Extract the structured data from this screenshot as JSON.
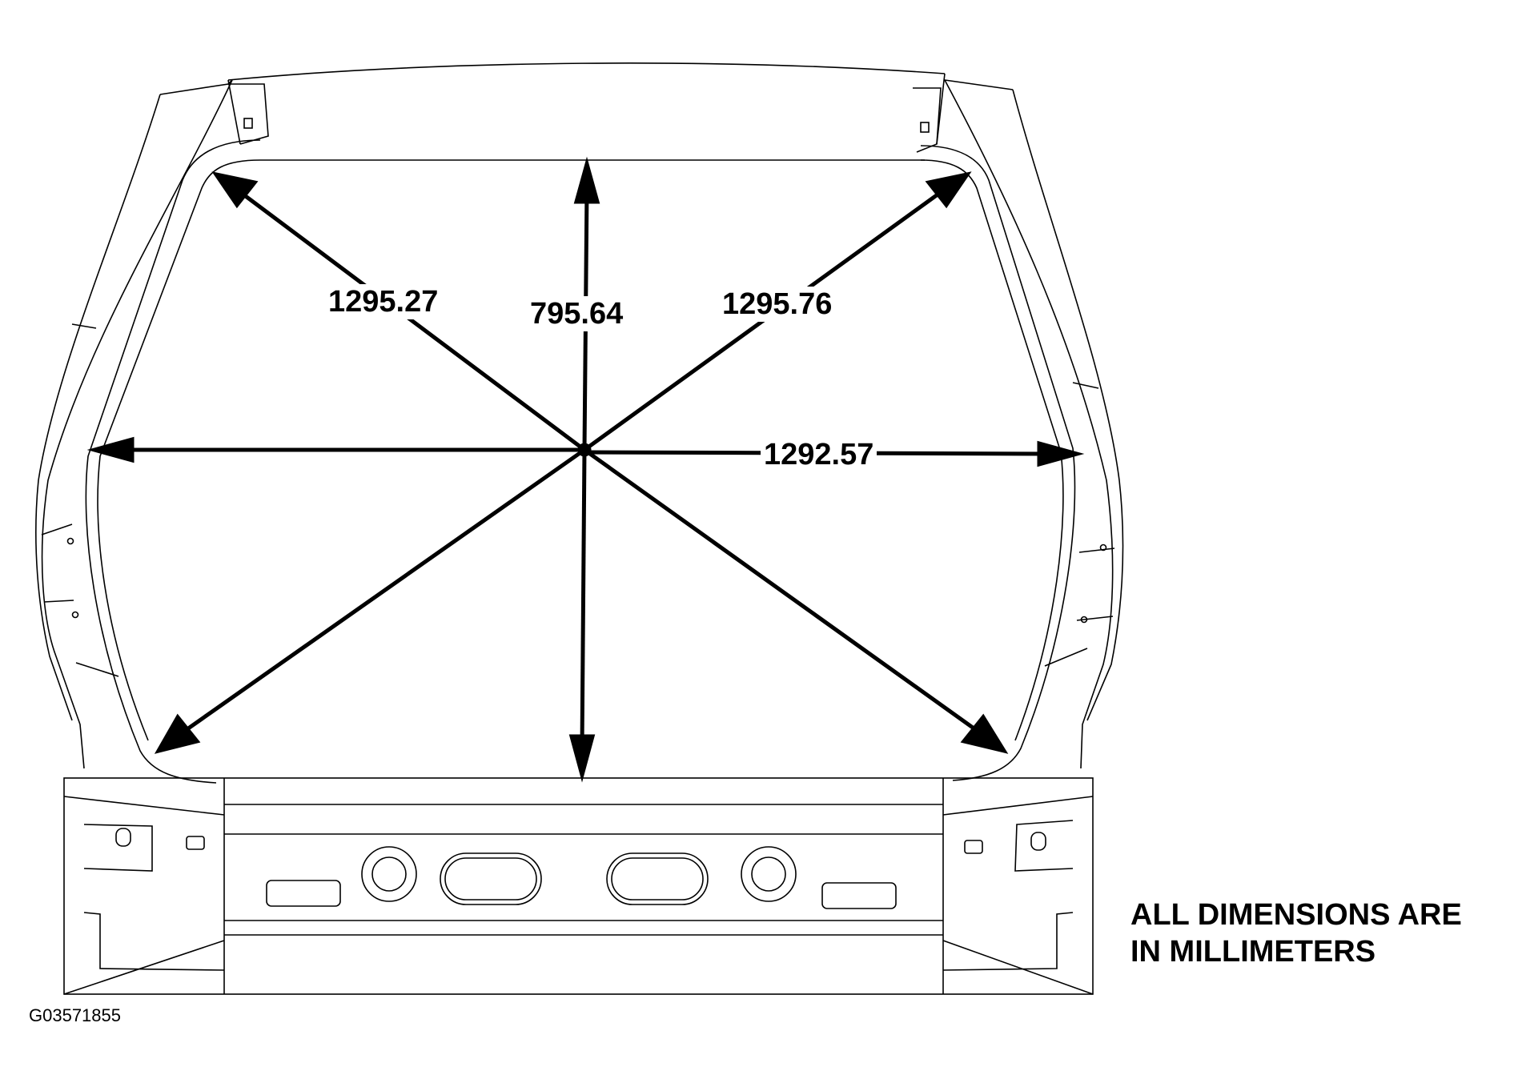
{
  "dimensions": {
    "diag_upper_left": "1295.27",
    "vertical": "795.64",
    "diag_upper_right": "1295.76",
    "horizontal": "1292.57"
  },
  "note": {
    "line1": "ALL DIMENSIONS ARE",
    "line2": "IN MILLIMETERS"
  },
  "figure_id": "G03571855",
  "colors": {
    "line": "#000000",
    "background": "#ffffff"
  }
}
